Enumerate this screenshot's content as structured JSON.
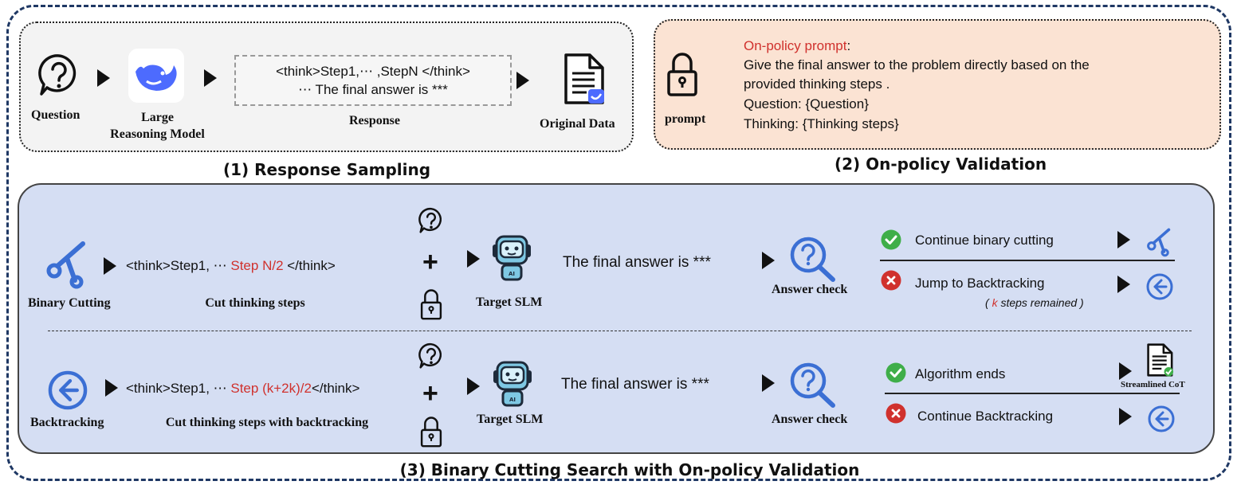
{
  "response_sampling": {
    "question_label": "Question",
    "lrm_label_line1": "Large",
    "lrm_label_line2": "Reasoning Model",
    "response_line1": "<think>Step1,⋯ ,StepN </think>",
    "response_line2": "⋯ The final answer is  ***",
    "response_label": "Response",
    "original_data_label": "Original Data",
    "caption": "(1) Response Sampling"
  },
  "on_policy_validation": {
    "prompt_icon_label": "prompt",
    "prompt_title": "On-policy prompt",
    "prompt_colon": ":",
    "prompt_line1": "Give the final answer to the problem directly based on the",
    "prompt_line2": "provided thinking steps .",
    "prompt_line3": "Question: {Question}",
    "prompt_line4": "Thinking: {Thinking steps}",
    "caption": "(2) On-policy Validation"
  },
  "binary_cutting_search": {
    "row1": {
      "method_label": "Binary Cutting",
      "steps_prefix": "<think>Step1,  ⋯  ",
      "steps_highlight": "Step N/2",
      "steps_suffix": " </think>",
      "steps_label": "Cut thinking steps",
      "slm_label": "Target SLM",
      "answer_text": "The final answer is  ***",
      "check_label": "Answer check",
      "success_text": "Continue binary cutting",
      "fail_text": "Jump to Backtracking",
      "note_open": "( ",
      "note_k": "k",
      "note_rest": " steps remained )"
    },
    "row2": {
      "method_label": "Backtracking",
      "steps_prefix": "<think>Step1, ⋯ ",
      "steps_highlight": "Step (k+2k)/2",
      "steps_suffix": "</think>",
      "steps_label": "Cut thinking steps with backtracking",
      "slm_label": "Target SLM",
      "answer_text": "The final answer is  ***",
      "check_label": "Answer check",
      "success_text": "Algorithm ends",
      "streamlined_label": "Streamlined CoT",
      "fail_text": "Continue Backtracking"
    },
    "caption": "(3) Binary Cutting Search with On-policy Validation"
  },
  "colors": {
    "outer_border": "#1f3864",
    "panel1_bg": "#f3f3f3",
    "panel2_bg": "#fbe3d3",
    "panel3_bg": "#d5def3",
    "highlight_red": "#d0312d",
    "icon_blue": "#3b6fd4",
    "check_green": "#3fae49"
  },
  "icons": [
    "question-icon",
    "whale-logo-icon",
    "document-icon",
    "lock-icon",
    "scissors-icon",
    "robot-icon",
    "magnifier-icon",
    "check-icon",
    "cross-icon",
    "back-arrow-icon"
  ]
}
